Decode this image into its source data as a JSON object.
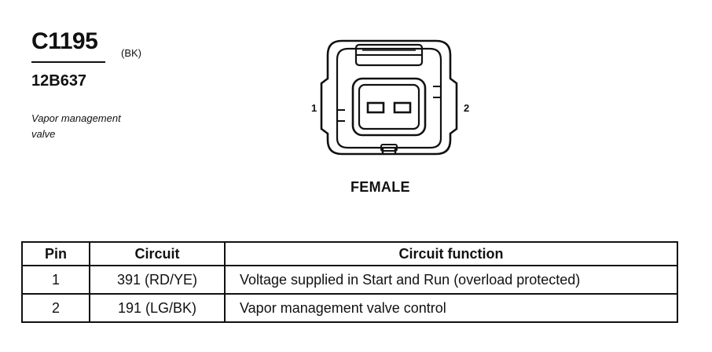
{
  "connector": {
    "id": "C1195",
    "color": "(BK)",
    "part_number": "12B637",
    "description_line1": "Vapor management",
    "description_line2": "valve",
    "pin1_label": "1",
    "pin2_label": "2",
    "gender": "FEMALE"
  },
  "table": {
    "headers": {
      "pin": "Pin",
      "circuit": "Circuit",
      "function": "Circuit function"
    },
    "rows": [
      {
        "pin": "1",
        "circuit": "391 (RD/YE)",
        "function": "Voltage supplied in Start and Run (overload protected)"
      },
      {
        "pin": "2",
        "circuit": "191 (LG/BK)",
        "function": "Vapor management valve control"
      }
    ]
  }
}
